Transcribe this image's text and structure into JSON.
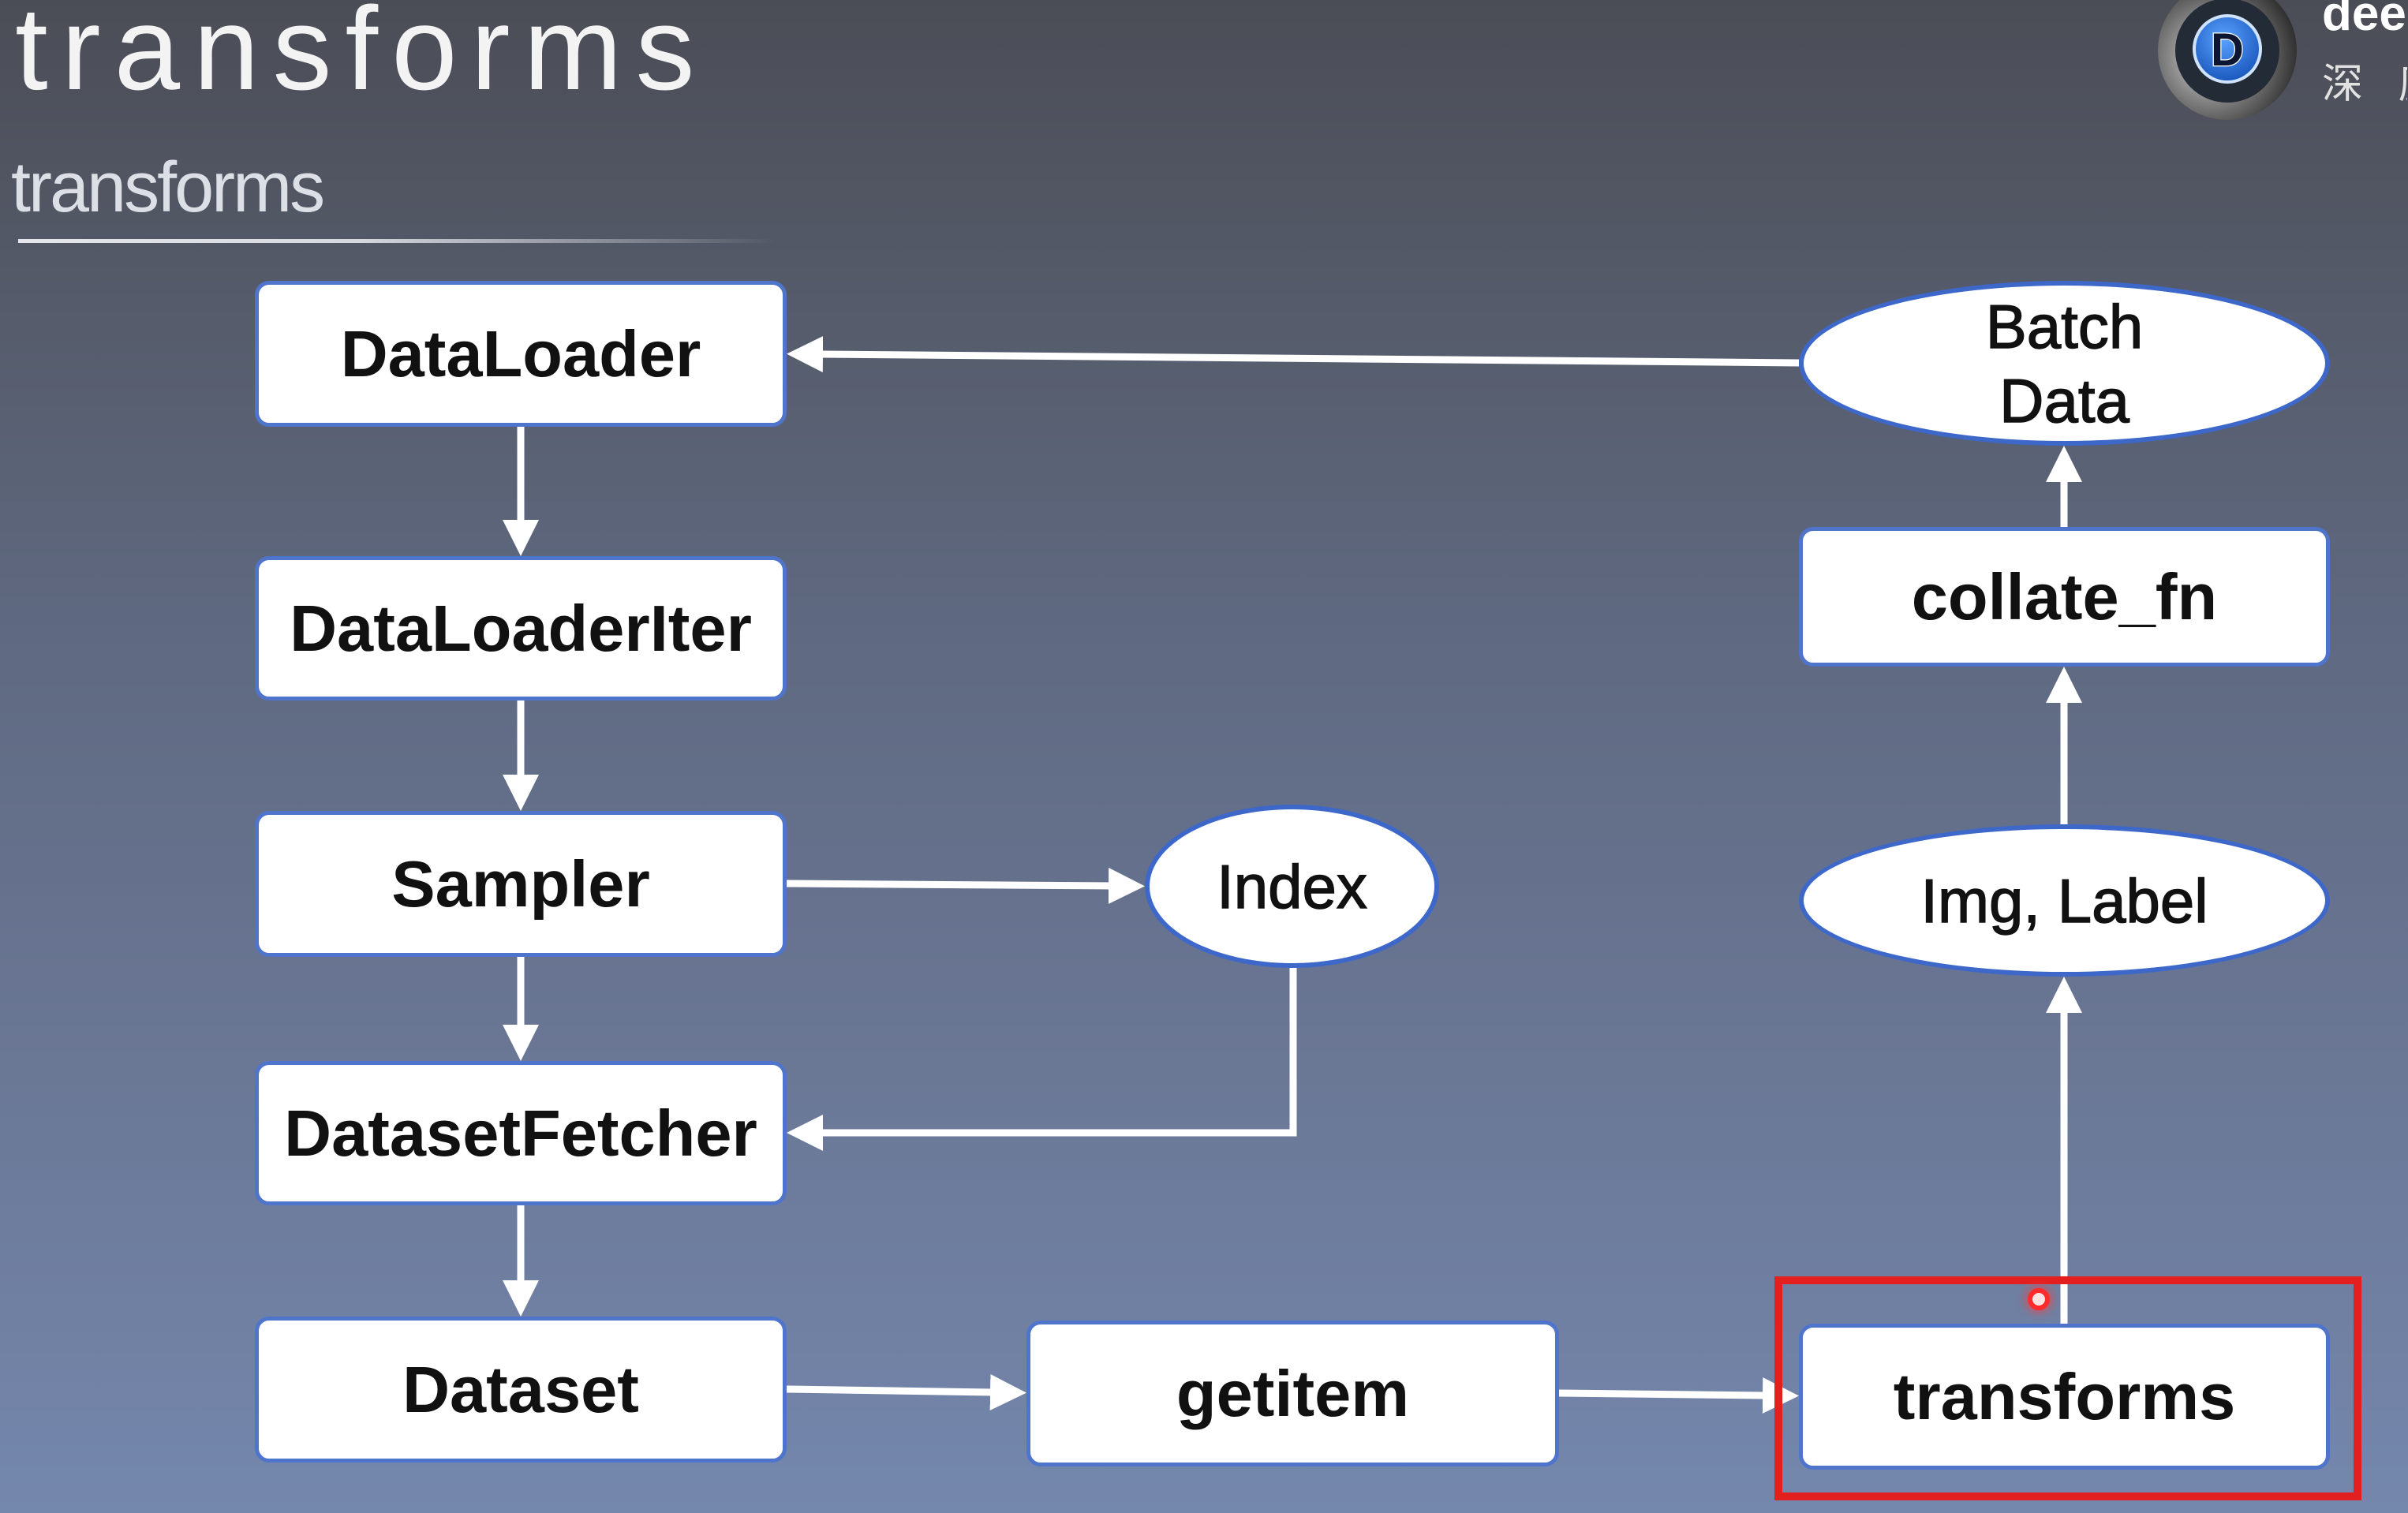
{
  "slide": {
    "title": "transforms",
    "subtitle": "transforms"
  },
  "logo": {
    "icon": "brand-logo-icon",
    "emblem_letter": "D",
    "name_latin": "dee",
    "name_cn": "深 度"
  },
  "diagram": {
    "nodes": {
      "dataloader": "DataLoader",
      "dataloader_iter": "DataLoaderIter",
      "sampler": "Sampler",
      "dataset_fetcher": "DatasetFetcher",
      "dataset": "Dataset",
      "index": "Index",
      "getitem": "getitem",
      "transforms": "transforms",
      "img_label": "Img, Label",
      "collate_fn": "collate_fn",
      "batch_data": {
        "line1": "Batch",
        "line2": "Data"
      }
    }
  },
  "colors": {
    "background_top": "#4b4d56",
    "background_middle": "#5f6981",
    "background_bottom": "#7487ad",
    "node_fill": "#ffffff",
    "node_border": "#4f74cc",
    "node_text": "#111111",
    "arrow": "#ffffff",
    "highlight": "#e3201f",
    "cursor": "#ff2b2b"
  }
}
